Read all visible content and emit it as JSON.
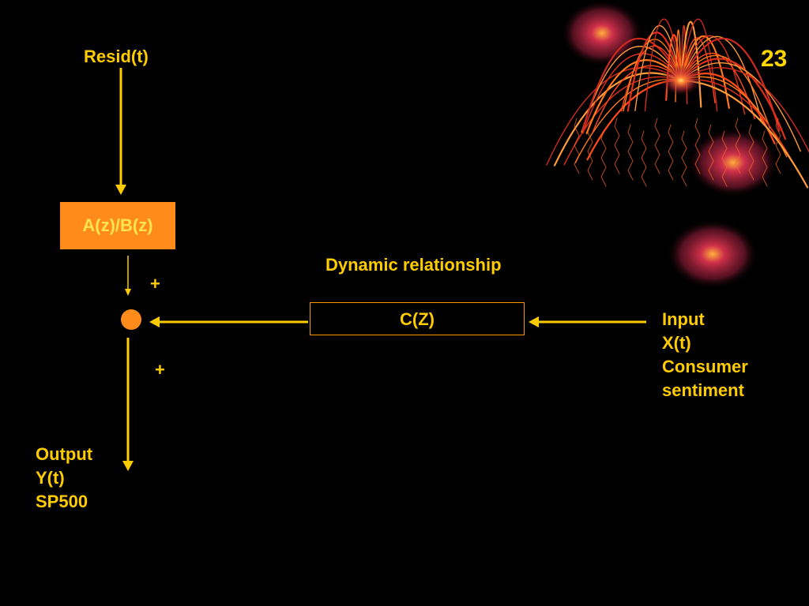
{
  "slide_number": "23",
  "diagram": {
    "resid_label": "Resid(t)",
    "transfer_block": "A(z)/B(z)",
    "plus_top": "+",
    "plus_bottom": "+",
    "dynamic_title": "Dynamic relationship",
    "dynamic_block": "C(Z)",
    "input_lines": [
      "Input",
      "X(t)",
      "Consumer",
      "sentiment"
    ],
    "output_lines": [
      "Output",
      "Y(t)",
      "SP500"
    ]
  },
  "colors": {
    "background": "#000000",
    "text": "#FFCC00",
    "arrow": "#FFCC00",
    "block_fill": "#FF8C1A",
    "block_border": "#FF9900",
    "node_fill": "#FF8C1A"
  },
  "icons": {
    "decoration": "firework-burst-icon"
  }
}
